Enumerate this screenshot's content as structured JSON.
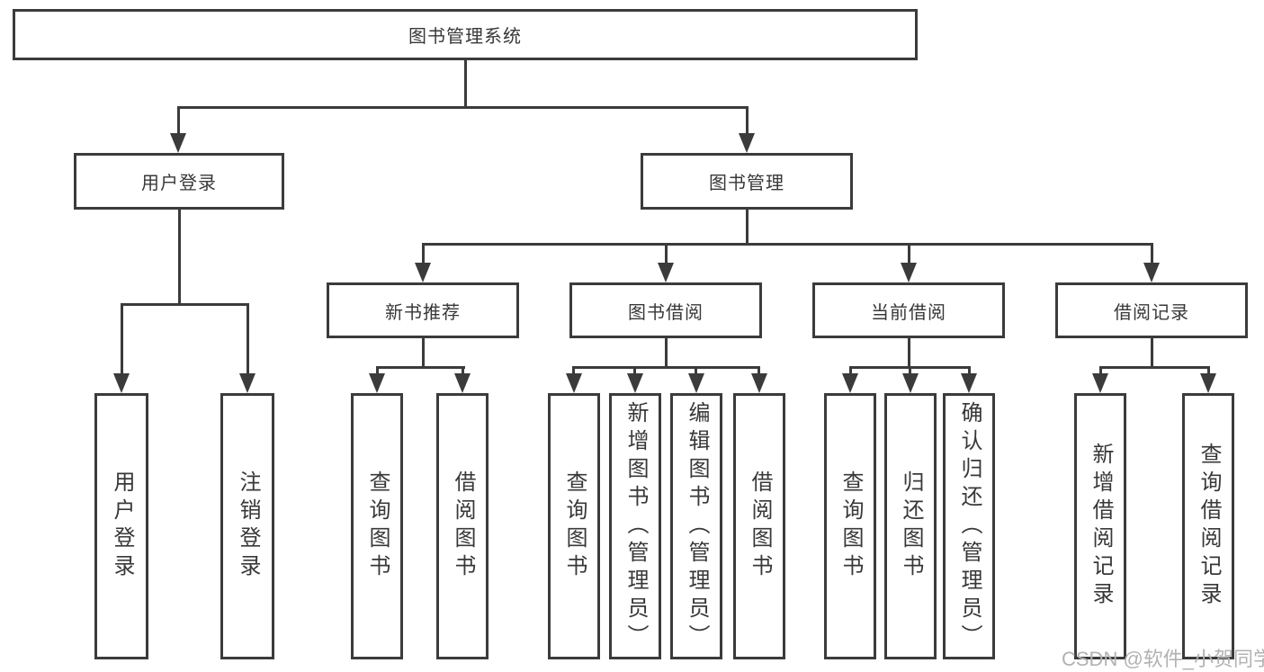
{
  "diagram": {
    "type": "tree",
    "root": {
      "label": "图书管理系统"
    },
    "level2": [
      {
        "label": "用户登录"
      },
      {
        "label": "图书管理"
      }
    ],
    "level3": [
      {
        "label": "新书推荐"
      },
      {
        "label": "图书借阅"
      },
      {
        "label": "当前借阅"
      },
      {
        "label": "借阅记录"
      }
    ],
    "leaves": {
      "login": [
        "用户登录",
        "注销登录"
      ],
      "recommend": [
        "查询图书",
        "借阅图书"
      ],
      "borrow": [
        "查询图书",
        "新增图书（管理员）",
        "编辑图书（管理员）",
        "借阅图书"
      ],
      "current": [
        "查询图书",
        "归还图书",
        "确认归还（管理员）"
      ],
      "records": [
        "新增借阅记录",
        "查询借阅记录"
      ]
    },
    "edges": [
      "图书管理系统->用户登录",
      "图书管理系统->图书管理",
      "用户登录->用户登录(叶)",
      "用户登录->注销登录",
      "图书管理->新书推荐",
      "图书管理->图书借阅",
      "图书管理->当前借阅",
      "图书管理->借阅记录",
      "新书推荐->查询图书",
      "新书推荐->借阅图书",
      "图书借阅->查询图书",
      "图书借阅->新增图书（管理员）",
      "图书借阅->编辑图书（管理员）",
      "图书借阅->借阅图书",
      "当前借阅->查询图书",
      "当前借阅->归还图书",
      "当前借阅->确认归还（管理员）",
      "借阅记录->新增借阅记录",
      "借阅记录->查询借阅记录"
    ]
  },
  "watermark": {
    "text": "CSDN @软件_小贺同学"
  },
  "colors": {
    "line": "#3b3b3b",
    "text": "#383838",
    "background": "#ffffff",
    "watermark": "#b2b2b2"
  }
}
